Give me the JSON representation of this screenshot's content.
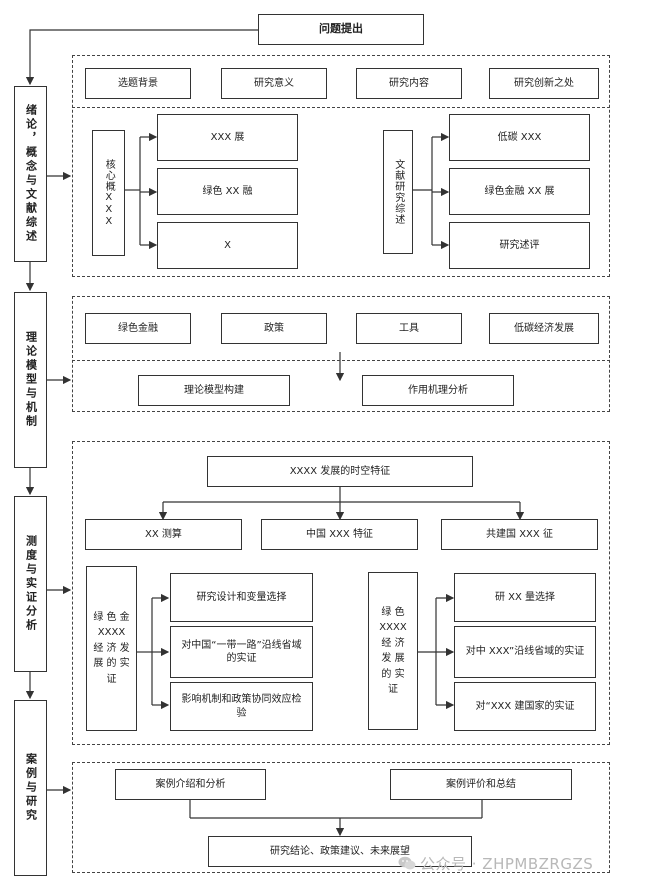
{
  "top": {
    "title": "问题提出"
  },
  "sections": {
    "s1": "绪论，概念与文献综述",
    "s2": "理论模型与机制",
    "s3": "测度与实证分析",
    "s4": "案例与研究"
  },
  "intro": {
    "items": [
      "选题背景",
      "研究意义",
      "研究内容",
      "研究创新之处"
    ],
    "concept": {
      "label": "核心概XXX",
      "items": [
        "XXX 展",
        "绿色 XX 融",
        "X"
      ]
    },
    "literature": {
      "label": "文献研究综述",
      "items": [
        "低碳 XXX",
        "绿色金融 XX 展",
        "研究述评"
      ]
    }
  },
  "theory": {
    "items": [
      "绿色金融",
      "政策",
      "工具",
      "低碳经济发展"
    ],
    "analysis": [
      "理论模型构建",
      "作用机理分析"
    ]
  },
  "measure": {
    "title": "XXXX 发展的时空特征",
    "items": [
      "XX 测算",
      "中国 XXX 特征",
      "共建国 XXX 征"
    ],
    "left": {
      "label": "绿 色 金 XXXX 经 济 发 展 的 实 证",
      "items": [
        "研究设计和变量选择",
        "对中国“一带一路”沿线省域的实证",
        "影响机制和政策协同效应检验"
      ]
    },
    "right": {
      "label": "绿 色 XXXX 经 济 发 展 的 实 证",
      "items": [
        "研 XX 量选择",
        "对中 XXX”沿线省域的实证",
        "对“XXX 建国家的实证"
      ]
    }
  },
  "case": {
    "items": [
      "案例介绍和分析",
      "案例评价和总结"
    ],
    "conclusion": "研究结论、政策建议、未来展望"
  },
  "watermark": {
    "text": "公众号 · ZHPMBZRGZS",
    "icon": "wechat-icon"
  }
}
